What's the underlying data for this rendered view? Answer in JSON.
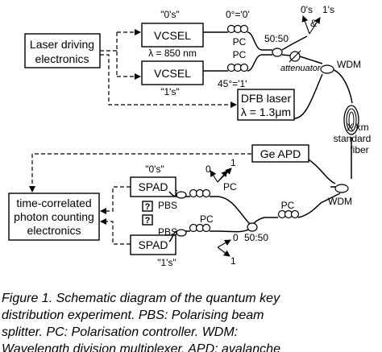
{
  "diagram": {
    "blocks": {
      "laser_driving": [
        "Laser driving",
        "electronics"
      ],
      "vcsel_top": "VCSEL",
      "vcsel_bottom": "VCSEL",
      "wavelength_850": "λ = 850 nm",
      "dfb_laser": [
        "DFB laser",
        "λ = 1.3μm"
      ],
      "ge_apd": "Ge APD",
      "spad_top": "SPAD",
      "spad_bottom": "SPAD",
      "tcpc": [
        "time-correlated",
        "photon counting",
        "electronics"
      ]
    },
    "labels": {
      "zeros_top": "\"0's\"",
      "ones_mid": "\"1's\"",
      "pol_0": "0°='0'",
      "pol_45": "45°='1'",
      "pc_1": "PC",
      "pc_2": "PC",
      "pc_3": "PC",
      "pc_4": "PC",
      "split_top": "50:50",
      "split_bottom": "50:50",
      "attenuator": "attenuator",
      "zeros_out": "0's",
      "and_sign": "&",
      "ones_out": "1's",
      "wdm_top": "WDM",
      "wdm_bottom": "WDM",
      "fiber": [
        "X km",
        "standard",
        "fiber"
      ],
      "pbs_top": "PBS",
      "pbs_bottom": "PBS",
      "question_top": "?",
      "question_bottom": "?",
      "zeros_spad": "\"0's\"",
      "ones_spad": "\"1's\"",
      "axis0_top": "0",
      "axis1_top": "1",
      "axis0_bottom": "0",
      "axis1_bottom": "1"
    }
  },
  "caption": {
    "line1": "Figure 1.   Schematic diagram of the quantum key",
    "line2": "distribution   experiment.       PBS:   Polarising   beam",
    "line3": "splitter.   PC:   Polarisation   controller.   WDM:",
    "line4": "Wavelength division multiplexer, APD: avalanche"
  }
}
